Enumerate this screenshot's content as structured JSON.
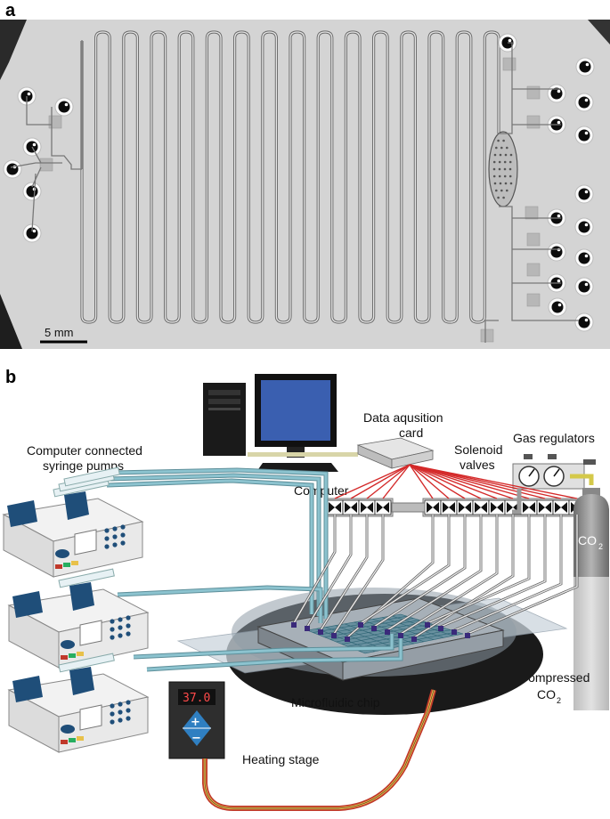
{
  "panel_a": {
    "letter": "a",
    "scale_bar": "5 mm"
  },
  "panel_b": {
    "letter": "b",
    "labels": {
      "computer": "Computer",
      "daq_line1": "Data aqusition",
      "daq_line2": "card",
      "gas_regulators": "Gas regulators",
      "solenoid_line1": "Solenoid",
      "solenoid_line2": "valves",
      "pumps_line1": "Computer connected",
      "pumps_line2": "syringe pumps",
      "co2_tank_label": "CO",
      "co2_tank_sub": "2",
      "compressed_line1": "Compressed",
      "compressed_line2": "CO",
      "compressed_sub": "2",
      "microfluidic_chip": "Microfluidic chip",
      "heating_stage": "Heating stage",
      "heater_display": "37.0",
      "heater_plus": "+",
      "heater_minus": "−"
    }
  },
  "colors": {
    "tubing": "#8cc3cf",
    "valve_wires": "#d42a2a",
    "pump_blue": "#1f4e79",
    "monitor_screen": "#3a5fb0",
    "cable_red": "#c0392b",
    "cable_yellow": "#e8c14a"
  }
}
